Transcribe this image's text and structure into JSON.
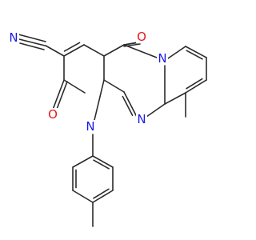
{
  "molecule": {
    "atom_labels": {
      "N_nitrile": "N",
      "N_ring_lactam": "N",
      "N_pyrimidine": "N",
      "N_bridgehead": "N",
      "O_keto_top": "O",
      "O_keto_left": "O"
    },
    "colors": {
      "bond": "#2b2b2b",
      "N": "#1a1ae6",
      "O": "#e61a1a",
      "C": "#2b2b2b"
    }
  }
}
